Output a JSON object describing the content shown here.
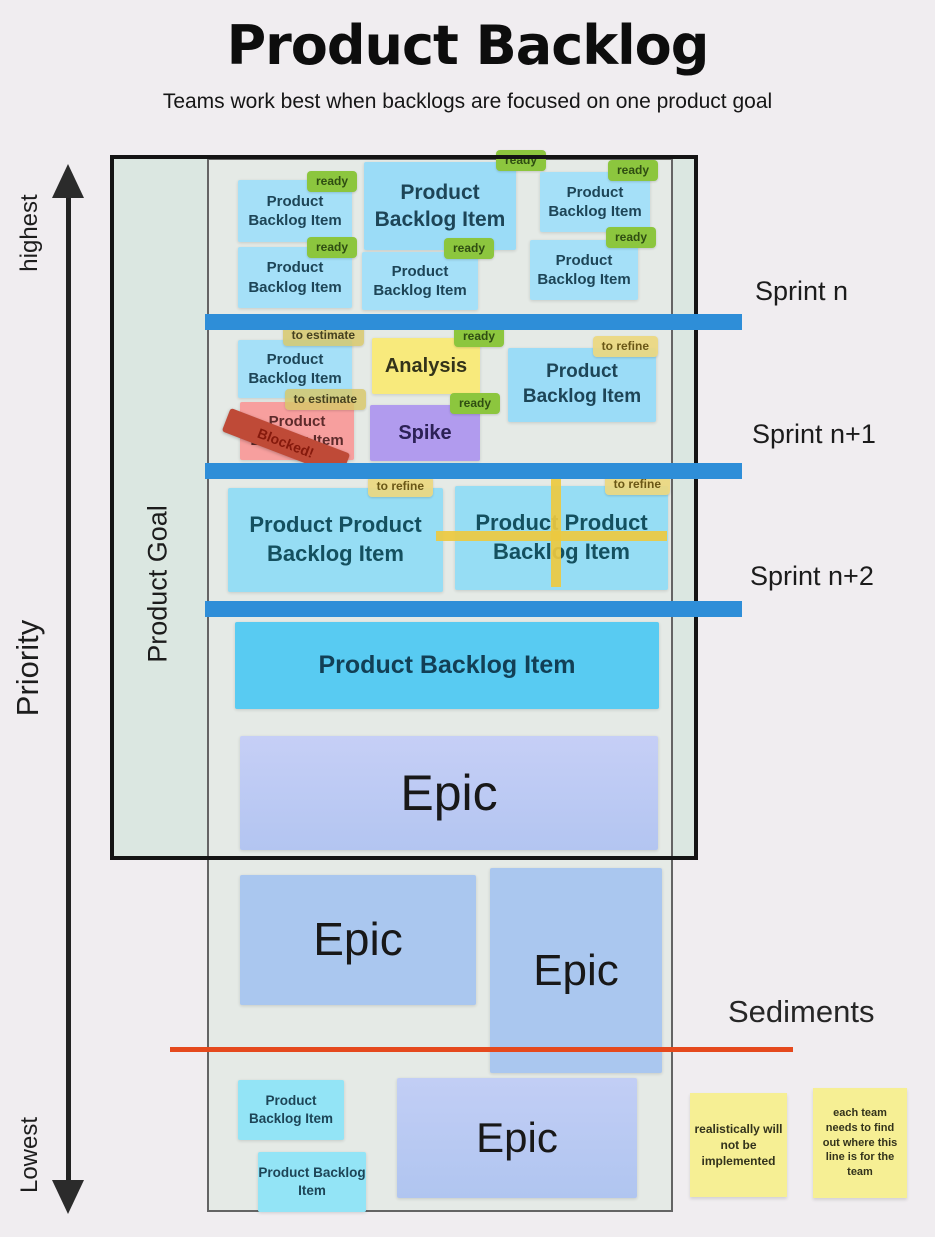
{
  "title": "Product Backlog",
  "subtitle": "Teams work best when backlogs are focused on one product goal",
  "axis": {
    "top": "highest",
    "middle": "Priority",
    "bottom": "Lowest"
  },
  "product_goal": "Product Goal",
  "sprints": {
    "n": "Sprint n",
    "n_plus_1": "Sprint n+1",
    "n_plus_2": "Sprint n+2"
  },
  "sediments": "Sediments",
  "labels": {
    "pbi": "Product Backlog Item",
    "pbi_double": "Product Product Backlog Item",
    "analysis": "Analysis",
    "spike": "Spike",
    "epic": "Epic"
  },
  "tags": {
    "ready": "ready",
    "to_estimate": "to estimate",
    "to_refine": "to refine",
    "blocked": "Blocked!"
  },
  "notes": {
    "note_1": "realistically will not be implemented",
    "note_2": "each team needs to find out where this line is for the team"
  },
  "colors": {
    "pbi_card": "#9bdcf7",
    "pbi_card_bright": "#58cbf2",
    "epic_card": "#b3c5f1",
    "analysis_card": "#f8ea7c",
    "spike_card": "#b19bee",
    "blocked_card": "#f79f9e",
    "blocked_banner": "#bf4a37",
    "ready_tag": "#8cc63e",
    "refine_tag": "#ebd77f",
    "sprint_bar": "#2e8ed8",
    "sediment_line": "#e5491d",
    "sticky_note": "#f6ef94",
    "product_goal_column": "#dbe7e1"
  }
}
